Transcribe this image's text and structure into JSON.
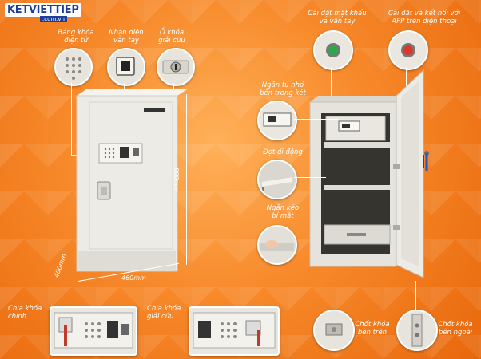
{
  "brand": {
    "logo": "KETVIETTIEP",
    "domain": ".com.vn"
  },
  "left_labels": {
    "keypad": "Bảng khóa\nđiện tử",
    "fingerprint": "Nhận diện\nvân tay",
    "backup_lock": "Ổ khóa\ngiải cứu"
  },
  "right_top_labels": {
    "setup_code": "Cài đặt mật khẩu\nvà vân tay",
    "app_connect": "Cài đặt và kết nối với\nAPP trên điện thoại"
  },
  "right_side_labels": {
    "small_drawer": "Ngăn tủ nhỏ\nbên trong két",
    "shelf": "Đợt di động",
    "secret_drawer": "Ngăn kéo\nbí mật"
  },
  "bottom_labels": {
    "main_key": "Chìa khóa\nchính",
    "backup_key": "Chìa khóa\ngiải cứu",
    "top_bolt": "Chốt khóa\nbên trên",
    "outer_bolt": "Chốt khóa\nbên ngoài"
  },
  "dimensions": {
    "height": "800mm",
    "width": "460mm",
    "depth": "400mm"
  },
  "colors": {
    "background": "#f7892a",
    "safe_body": "#ecebe5",
    "logo_blue": "#1d3f9a"
  }
}
